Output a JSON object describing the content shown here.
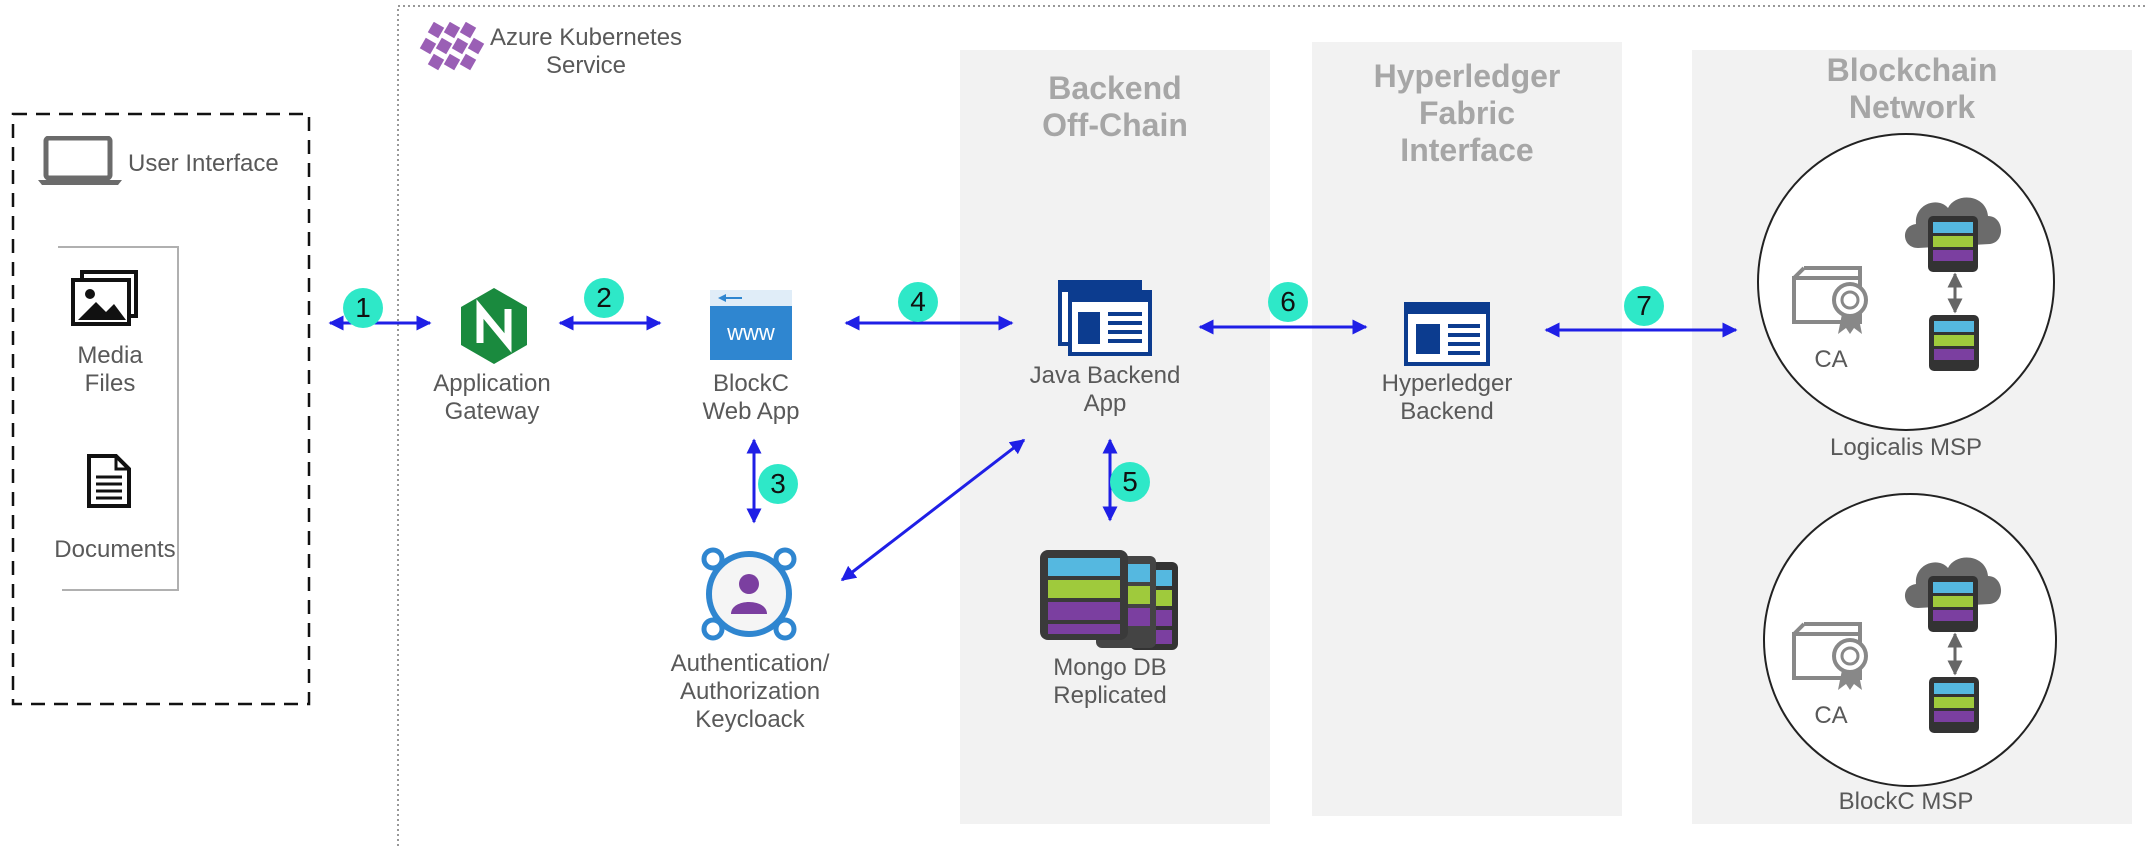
{
  "user_interface": {
    "title": "User Interface",
    "media_label": "Media\nFiles",
    "documents_label": "Documents"
  },
  "aks": {
    "title": "Azure Kubernetes\nService"
  },
  "columns": {
    "backend": "Backend\nOff-Chain",
    "fabric": "Hyperledger\nFabric\nInterface",
    "blockchain": "Blockchain\nNetwork"
  },
  "nodes": {
    "gateway": "Application\nGateway",
    "webapp": "BlockC\nWeb App",
    "auth": "Authentication/\nAuthorization\nKeycloack",
    "java": "Java Backend\nApp",
    "mongo": "Mongo DB\nReplicated",
    "hyperledger": "Hyperledger\nBackend"
  },
  "msps": [
    {
      "name": "Logicalis MSP",
      "ca": "CA"
    },
    {
      "name": "BlockC MSP",
      "ca": "CA"
    }
  ],
  "steps": [
    "1",
    "2",
    "3",
    "4",
    "5",
    "6",
    "7"
  ],
  "colors": {
    "arrow": "#1f1fe6",
    "badge": "#2ee8c8",
    "column_bg": "#f2f2f2",
    "nginx": "#1a8a3e",
    "azure_blue": "#0c3c8f",
    "db_green": "#9fca3c",
    "db_purple": "#7b3fa0",
    "db_cyan": "#55b8e0"
  }
}
